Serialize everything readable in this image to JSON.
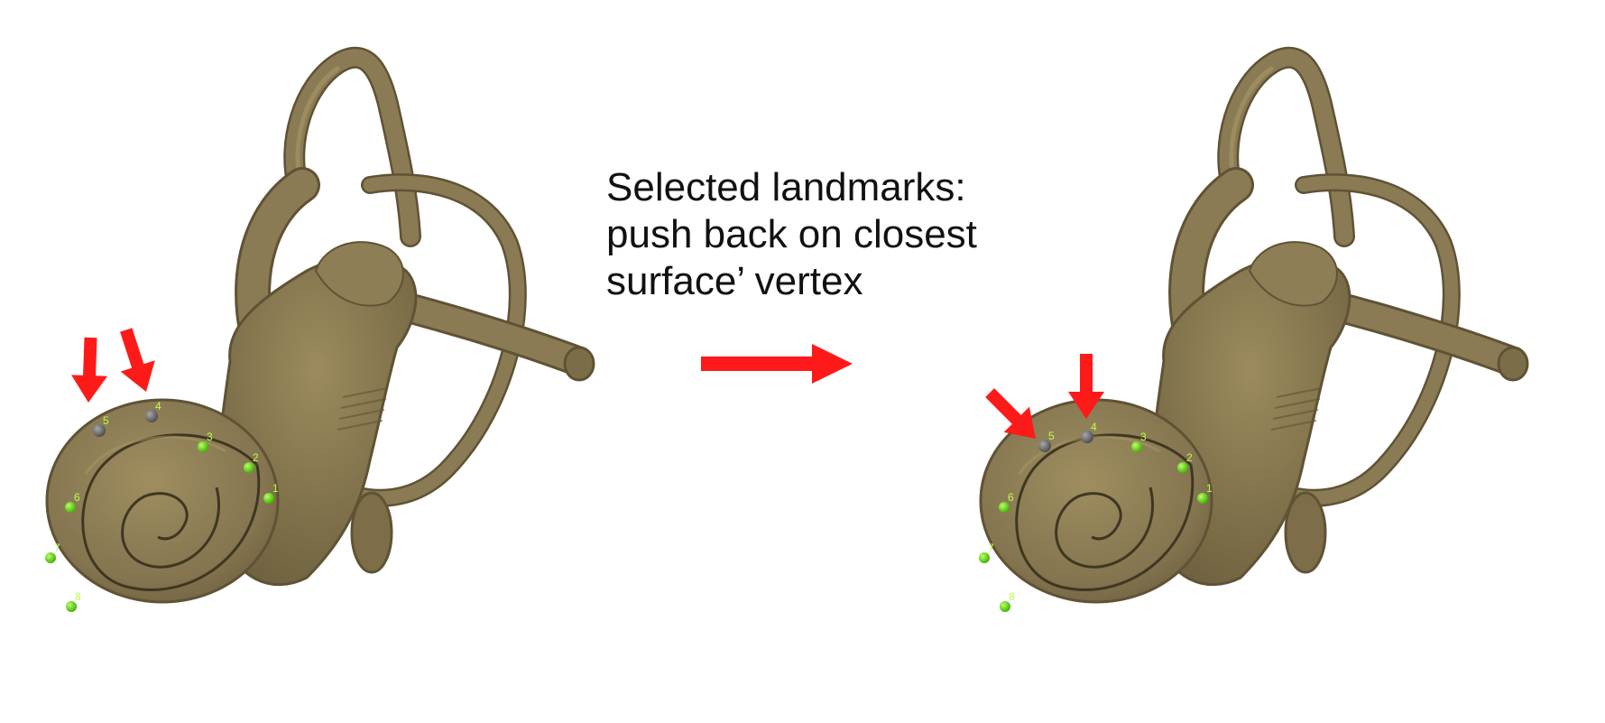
{
  "caption": {
    "line1": "Selected landmarks:",
    "line2": "push back on closest",
    "line3": "surface’ vertex"
  },
  "colors": {
    "bone": "#8b7b54",
    "bone_dark": "#5f5335",
    "bone_light": "#a99868",
    "landmark_green": "#55e000",
    "landmark_gray": "#6d6d6d",
    "arrow_red": "#ff1a1a",
    "label_color": "#b7ff4a"
  },
  "panels": [
    {
      "name": "before",
      "landmarks": [
        {
          "label": "1",
          "state": "on-surface"
        },
        {
          "label": "2",
          "state": "on-surface"
        },
        {
          "label": "3",
          "state": "on-surface"
        },
        {
          "label": "4",
          "state": "selected"
        },
        {
          "label": "5",
          "state": "selected"
        },
        {
          "label": "6",
          "state": "on-surface"
        },
        {
          "label": "7",
          "state": "on-surface"
        },
        {
          "label": "8",
          "state": "on-surface"
        }
      ]
    },
    {
      "name": "after",
      "landmarks": [
        {
          "label": "1",
          "state": "on-surface"
        },
        {
          "label": "2",
          "state": "on-surface"
        },
        {
          "label": "3",
          "state": "on-surface"
        },
        {
          "label": "4",
          "state": "selected"
        },
        {
          "label": "5",
          "state": "selected"
        },
        {
          "label": "6",
          "state": "on-surface"
        },
        {
          "label": "7",
          "state": "on-surface"
        },
        {
          "label": "8",
          "state": "on-surface"
        }
      ]
    }
  ]
}
